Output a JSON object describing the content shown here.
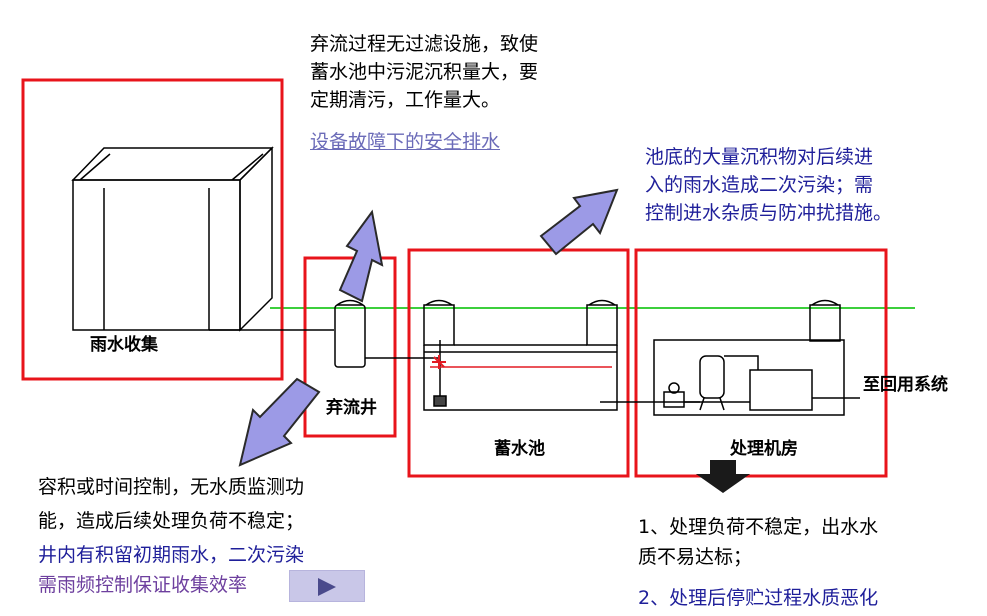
{
  "labels": {
    "rain_collect": "雨水收集",
    "diverter_well": "弃流井",
    "storage_tank": "蓄水池",
    "treatment_room": "处理机房",
    "to_reuse": "至回用系统"
  },
  "notes": {
    "top_note": [
      "弃流过程无过滤设施，致使",
      "蓄水池中污泥沉积量大，要",
      "定期清污，工作量大。"
    ],
    "safe_drain_link": "设备故障下的安全排水",
    "tank_note": [
      "池底的大量沉积物对后续进",
      "入的雨水造成二次污染；需",
      "控制进水杂质与防冲扰措施。"
    ],
    "left_note_black": [
      "容积或时间控制，无水质监测功",
      "能，造成后续处理负荷不稳定；"
    ],
    "left_note_blue": "井内有积留初期雨水，二次污染",
    "left_note_purple": "需雨频控制保证收集效率",
    "right_note_1": [
      "1、处理负荷不稳定，出水水",
      "质不易达标；"
    ],
    "right_note_2": "2、处理后停贮过程水质恶化"
  },
  "colors": {
    "highlight_box": "#e8141b",
    "arrow_fill": "#9c9ae6",
    "ground_line": "#3ccf3c",
    "water_line": "#e31b23"
  },
  "icons": {
    "play": "play-triangle-icon"
  }
}
